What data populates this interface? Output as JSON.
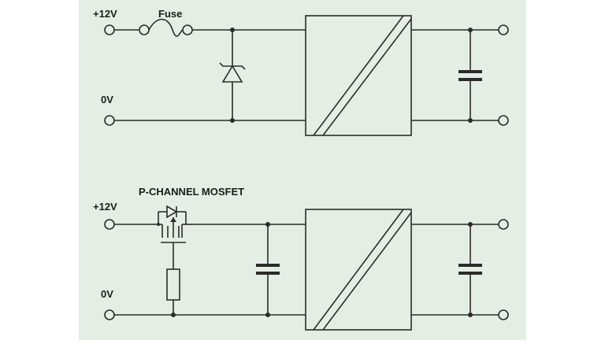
{
  "colors": {
    "background": "#e4eee4",
    "line": "#2b2b2b",
    "text": "#1c1c1c"
  },
  "top_circuit": {
    "positive_label": "+12V",
    "ground_label": "0V",
    "fuse_label": "Fuse"
  },
  "bottom_circuit": {
    "positive_label": "+12V",
    "ground_label": "0V",
    "mosfet_label": "P-CHANNEL MOSFET"
  }
}
